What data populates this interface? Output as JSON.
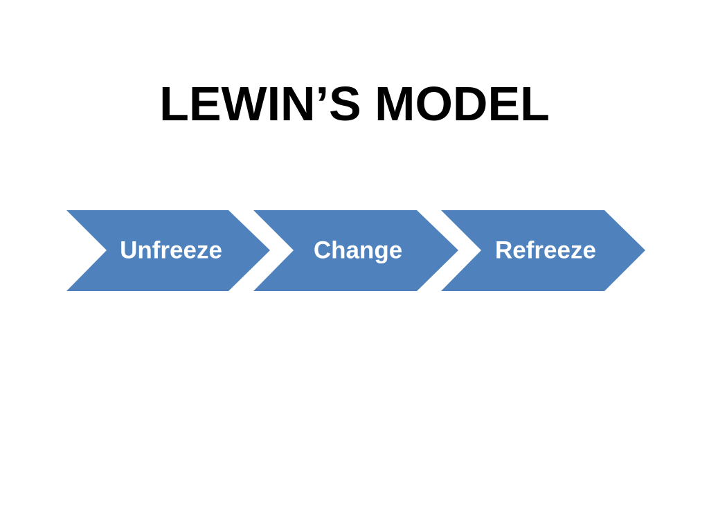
{
  "slide": {
    "title": "LEWIN’S MODEL"
  },
  "process": {
    "fill_color": "#4f81bd",
    "text_color": "#ffffff",
    "steps": [
      {
        "label": "Unfreeze"
      },
      {
        "label": "Change"
      },
      {
        "label": "Refreeze"
      }
    ]
  }
}
